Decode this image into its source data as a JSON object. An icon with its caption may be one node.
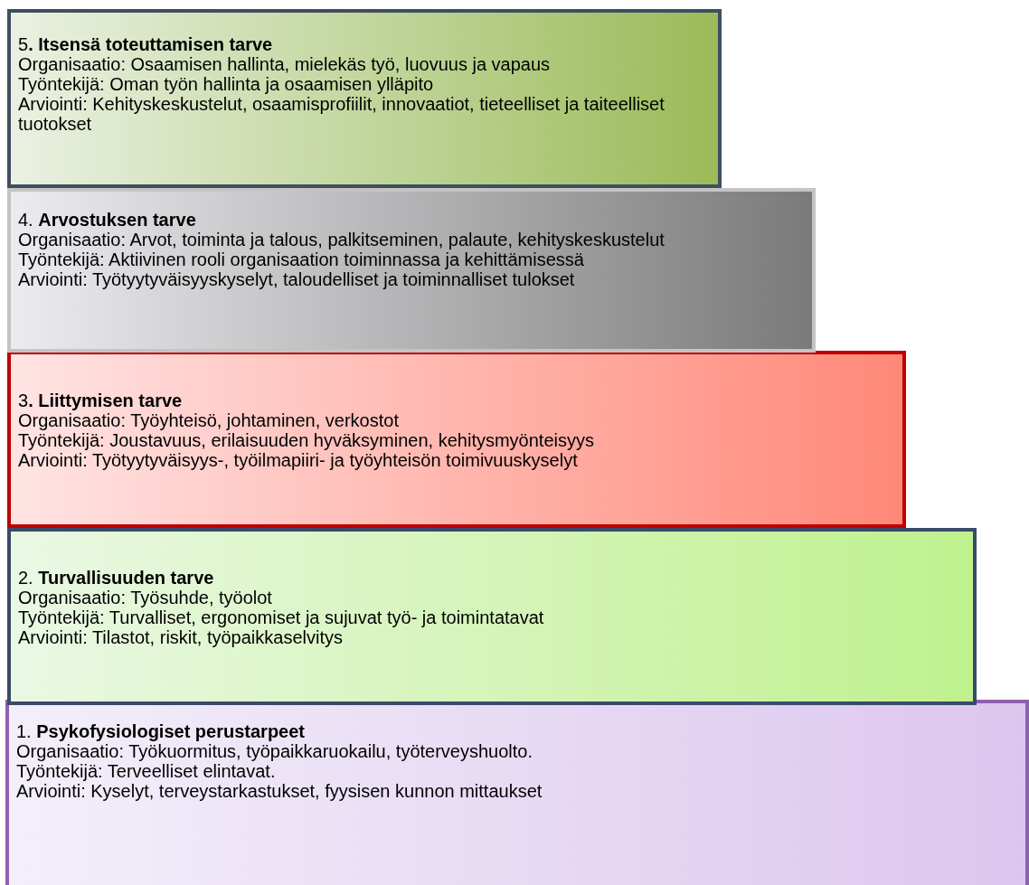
{
  "diagram": {
    "nodes": [
      {
        "text": [
          "5**. Itsensä toteuttamisen tarve**",
          "Organisaatio: Osaamisen hallinta, mielekäs työ, luovuus ja vapaus",
          "Työntekijä: Oman työn hallinta ja osaamisen ylläpito",
          "Arviointi: Kehityskeskustelut, osaamisprofiilit, innovaatiot, tieteelliset ja taiteelliset tuotokset"
        ]
      },
      {
        "text": [
          "4. **Arvostuksen tarve**",
          "Organisaatio: Arvot, toiminta ja talous, palkitseminen, palaute, kehityskeskustelut",
          "Työntekijä: Aktiivinen rooli organisaation toiminnassa ja kehittämisessä",
          "Arviointi: Työtyytyväisyyskyselyt, taloudelliset ja toiminnalliset tulokset"
        ]
      },
      {
        "text": [
          "3**. Liittymisen tarve**",
          "Organisaatio: Työyhteisö, johtaminen, verkostot",
          "Työntekijä: Joustavuus, erilaisuuden hyväksyminen, kehitysmyönteisyys",
          "Arviointi: Työtyytyväisyys-, työilmapiiri- ja työyhteisön toimivuuskyselyt"
        ]
      },
      {
        "text": [
          "2. **Turvallisuuden tarve**",
          "Organisaatio: Työsuhde, työolot",
          "Työntekijä: Turvalliset, ergonomiset ja sujuvat työ- ja toimintatavat",
          "Arviointi: Tilastot, riskit, työpaikkaselvitys"
        ]
      },
      {
        "text": [
          "1. **Psykofysiologiset perustarpeet**",
          "Organisaatio: Työkuormitus, työpaikkaruokailu, työterveyshuolto.",
          "Työntekijä: Terveelliset elintavat.",
          "Arviointi: Kyselyt, terveystarkastukset, fyysisen kunnon mittaukset"
        ]
      }
    ]
  }
}
